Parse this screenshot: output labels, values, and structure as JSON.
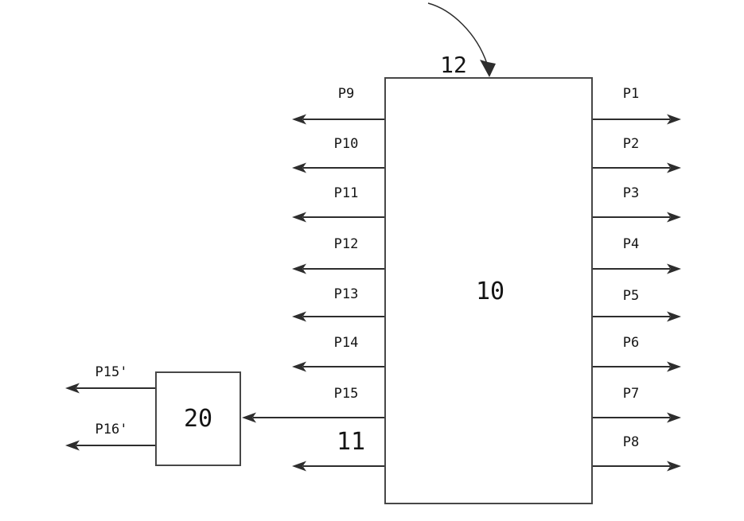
{
  "figure": {
    "main_block_label": "10",
    "reference_label": "12",
    "bus_label": "11",
    "secondary_block_label": "20",
    "right_ports": [
      "P1",
      "P2",
      "P3",
      "P4",
      "P5",
      "P6",
      "P7",
      "P8"
    ],
    "left_ports": [
      "P9",
      "P10",
      "P11",
      "P12",
      "P13",
      "P14",
      "P15"
    ],
    "secondary_ports": [
      "P15'",
      "P16'"
    ],
    "colors": {
      "line": "#2d2d2d",
      "block_border": "#474747",
      "text": "#141414",
      "background": "#ffffff"
    }
  }
}
